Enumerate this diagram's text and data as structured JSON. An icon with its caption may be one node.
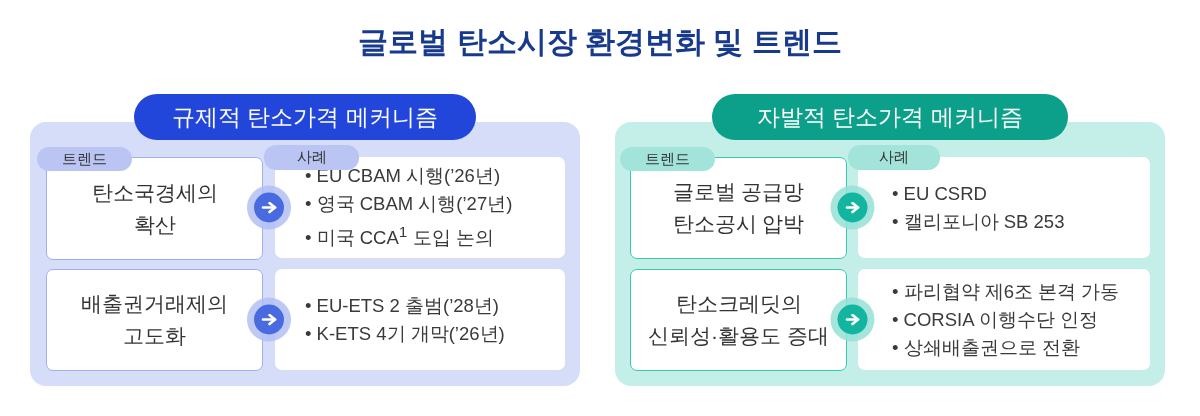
{
  "diagram": {
    "title": "글로벌 탄소시장 환경변화 및 트렌드",
    "nodes": [
      {
        "text": [
          "규제적 탄소가격 메커니즘"
        ]
      },
      {
        "text": [
          "트렌드"
        ],
        "in": 0
      },
      {
        "text": [
          "사례"
        ],
        "in": 0
      },
      {
        "text": [
          "탄소국경세의 확산"
        ],
        "in": 0
      },
      {
        "text": [
          "• EU CBAM 시행(’26년)",
          "• 영국 CBAM 시행(’27년)",
          "• 미국 CCA$^{1}$ 도입 논의"
        ],
        "in": 0
      },
      {
        "text": [
          "배출권거래제의 고도화"
        ],
        "in": 0
      },
      {
        "text": [
          "• EU-ETS 2 출범(’28년)",
          "• K-ETS 4기 개막(’26년)"
        ],
        "in": 0
      },
      {
        "text": [
          "자발적 탄소가격 메커니즘"
        ]
      },
      {
        "text": [
          "트렌드"
        ],
        "in": 7
      },
      {
        "text": [
          "사례"
        ],
        "in": 7
      },
      {
        "text": [
          "글로벌 공급망 탄소공시 압박"
        ],
        "in": 7
      },
      {
        "text": [
          "• EU CSRD",
          "• 캘리포니아 SB 253"
        ],
        "in": 7
      },
      {
        "text": [
          "탄소크레딧의 신뢰성·활용도 증대"
        ],
        "in": 7
      },
      {
        "text": [
          "• 파리협약 제6조 본격 가동",
          "• CORSIA 이행수단 인정",
          "• 상쇄배출권으로 전환"
        ],
        "in": 7
      }
    ],
    "edges": [
      {
        "from": 3,
        "to": 4,
        "arrow": "to"
      },
      {
        "from": 5,
        "to": 6,
        "arrow": "to"
      },
      {
        "from": 10,
        "to": 11,
        "arrow": "to"
      },
      {
        "from": 12,
        "to": 13,
        "arrow": "to"
      }
    ]
  }
}
